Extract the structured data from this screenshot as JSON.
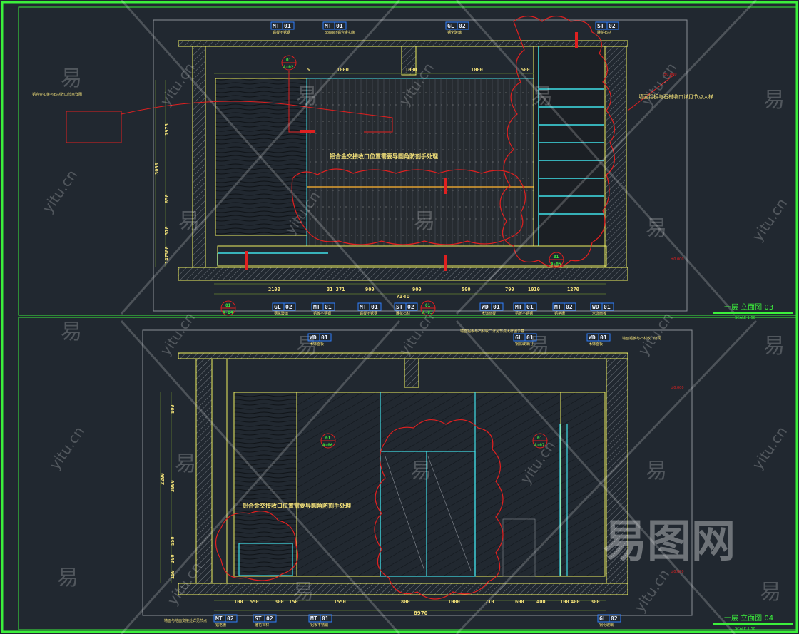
{
  "drawing": {
    "top": {
      "title": "一层 立面图 03",
      "scale": "SCALE 1:50",
      "note": "铝合金交接收口位置需要导圆角防割手处理",
      "side_note": "铝合金扣条与石材收口节点详图",
      "right_note": "墙面铝板与石材收口详见节点大样",
      "top_tags": [
        {
          "code": "MT",
          "num": "01",
          "desc": "铝板不锈钢"
        },
        {
          "code": "MT",
          "num": "01",
          "desc": "Bonder铝合金扣条"
        },
        {
          "code": "GL",
          "num": "02",
          "desc": "钢化玻璃"
        },
        {
          "code": "ST",
          "num": "02",
          "desc": "雕花石材"
        }
      ],
      "bottom_tags": [
        {
          "code": "GL",
          "num": "02",
          "desc": "钢化玻璃"
        },
        {
          "code": "MT",
          "num": "01",
          "desc": "铝板不锈钢"
        },
        {
          "code": "MT",
          "num": "01",
          "desc": "铝板不锈钢"
        },
        {
          "code": "ST",
          "num": "02",
          "desc": "雕花石材"
        },
        {
          "code": "WD",
          "num": "01",
          "desc": "木饰面板"
        },
        {
          "code": "MT",
          "num": "01",
          "desc": "铝板不锈钢"
        },
        {
          "code": "MT",
          "num": "02",
          "desc": "铝格栅"
        },
        {
          "code": "WD",
          "num": "01",
          "desc": "木饰面板"
        }
      ],
      "top_dims": [
        "5",
        "1000",
        "1000",
        "1000",
        "500"
      ],
      "bottom_dims": [
        "2100",
        "31 371",
        "900",
        "900",
        "500",
        "790",
        "1010",
        "1270"
      ],
      "total_dim": "7340",
      "side_dims": [
        "1975",
        "3000",
        "850",
        "570",
        "147",
        "300"
      ],
      "level": "±0.000",
      "markers": [
        {
          "num": "01",
          "sheet": "A-04"
        },
        {
          "num": "01",
          "sheet": "A-02"
        },
        {
          "num": "01",
          "sheet": "A-03"
        },
        {
          "num": "01",
          "sheet": "A-05"
        }
      ]
    },
    "bottom": {
      "title": "一层 立面图 04",
      "scale": "SCALE 1:50",
      "note": "铝合金交接收口位置需要导圆角防割手处理",
      "top_note": "墙面铝板与石材收口详见节点大样图示意",
      "right_note": "墙面铝板与石材收口详见",
      "left_note": "墙面与地面交接处详见节点",
      "top_tags": [
        {
          "code": "WD",
          "num": "01",
          "desc": "木饰面板"
        },
        {
          "code": "GL",
          "num": "01",
          "desc": "钢化玻璃门"
        },
        {
          "code": "WD",
          "num": "01",
          "desc": "木饰面板"
        }
      ],
      "bottom_tags": [
        {
          "code": "MT",
          "num": "02",
          "desc": "铝格栅"
        },
        {
          "code": "ST",
          "num": "02",
          "desc": "雕花石材"
        },
        {
          "code": "MT",
          "num": "01",
          "desc": "铝板不锈钢"
        },
        {
          "code": "GL",
          "num": "02",
          "desc": "钢化玻璃"
        }
      ],
      "bottom_dims": [
        "100",
        "550",
        "300",
        "150",
        "1550",
        "800",
        "1000",
        "710",
        "600",
        "400",
        "100",
        "400",
        "300"
      ],
      "total_dim": "8970",
      "side_dims": [
        "800",
        "2200",
        "3000",
        "550",
        "100",
        "150"
      ],
      "level": "±0.000",
      "markers": [
        {
          "num": "01",
          "sheet": "A-06"
        },
        {
          "num": "01",
          "sheet": "A-07"
        }
      ]
    }
  },
  "watermark": {
    "glyph": "易",
    "site": "yitu.cn",
    "brand": "易图网"
  },
  "colors": {
    "bg": "#212830",
    "wall": "#f0f060",
    "cyan": "#40e0e8",
    "red": "#e02020",
    "green": "#3cf03c",
    "tag": "#2f7fff"
  }
}
